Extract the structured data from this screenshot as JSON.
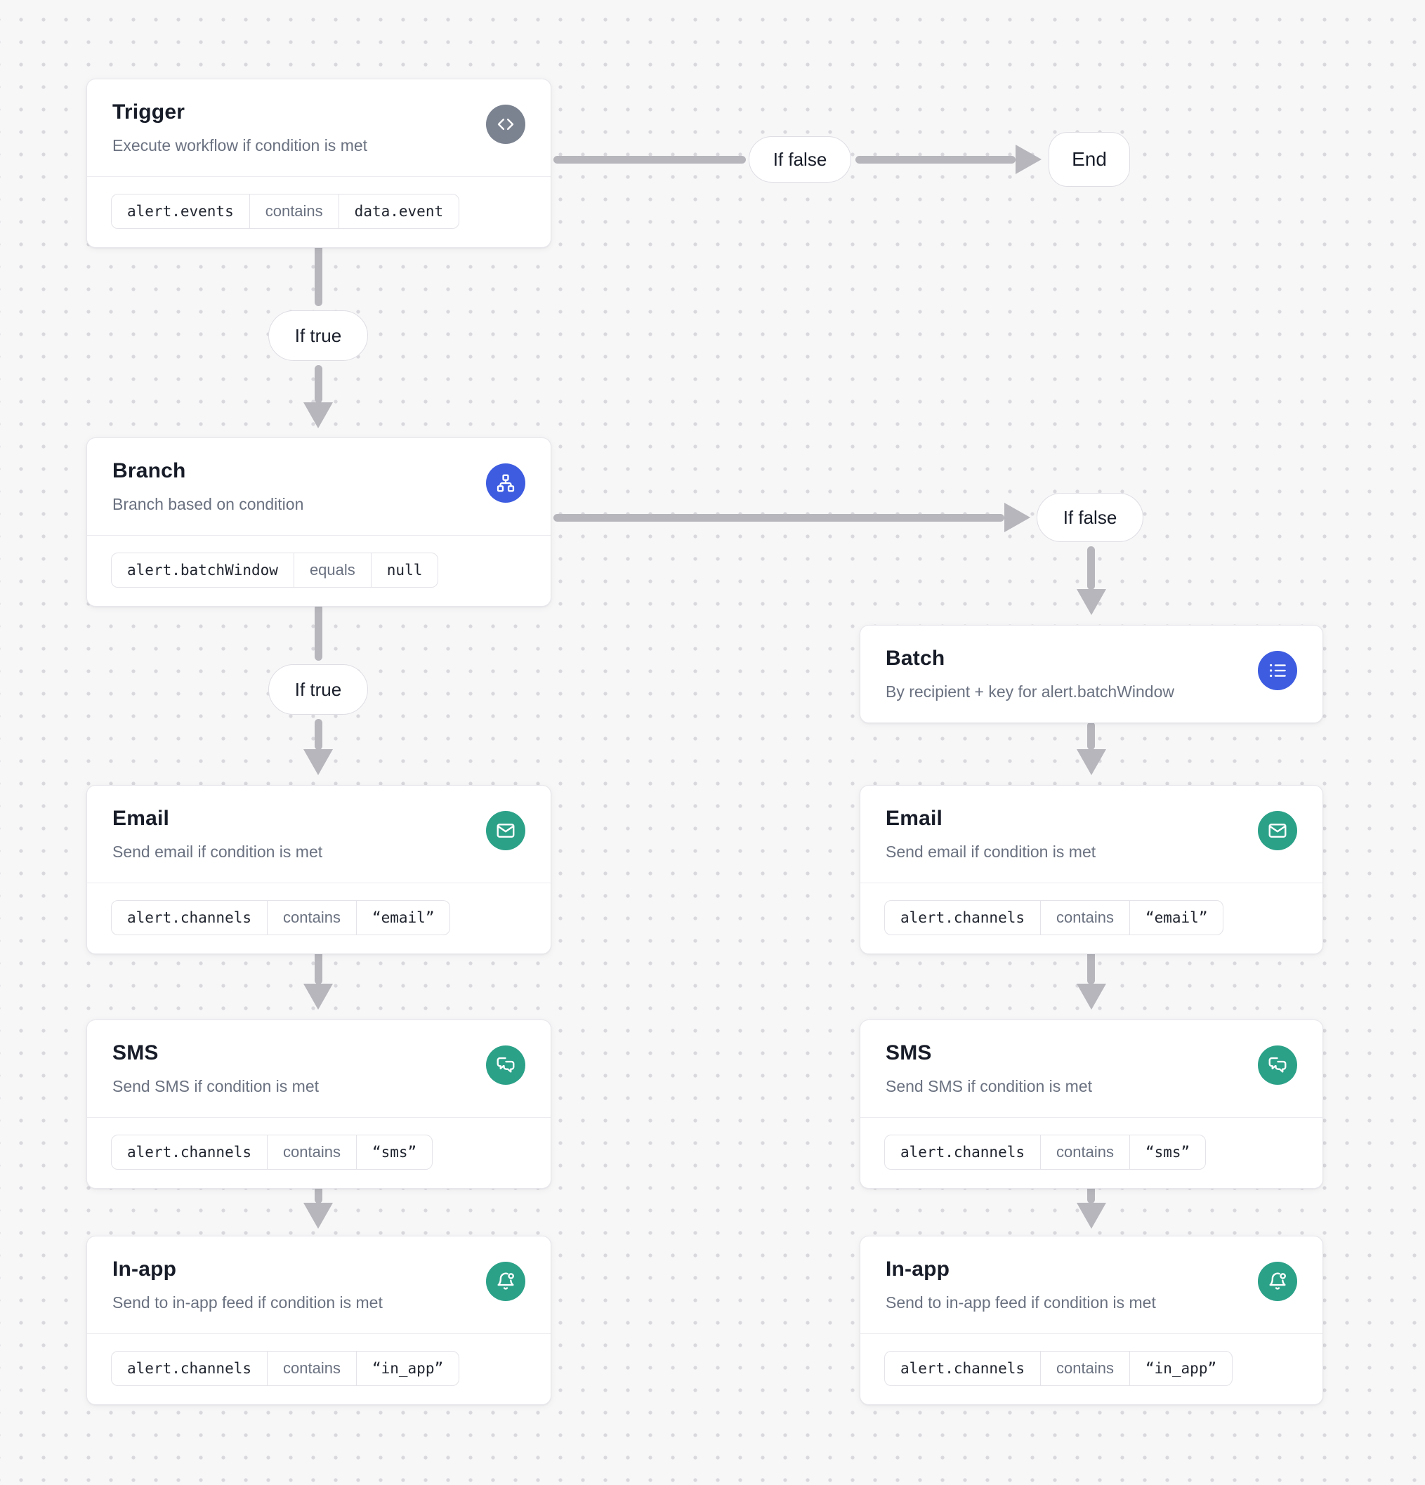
{
  "canvas": {
    "background": "#f7f7f8",
    "dot_color": "#d8d8dd",
    "arrow_color": "#b6b6bc"
  },
  "colors": {
    "trigger_icon_bg": "#7b8290",
    "logic_icon_bg": "#3d5ce0",
    "channel_icon_bg": "#2ba188"
  },
  "edge_labels": {
    "trigger_if_false": "If false",
    "trigger_if_true": "If true",
    "branch_if_false": "If false",
    "branch_if_true": "If true"
  },
  "end_node": {
    "label": "End"
  },
  "nodes": [
    {
      "title": "Trigger",
      "subtitle": "Execute workflow if condition is met",
      "icon": "code-icon",
      "condition": {
        "left": "alert.events",
        "op": "contains",
        "right": "data.event"
      }
    },
    {
      "title": "Branch",
      "subtitle": "Branch based on condition",
      "icon": "sitemap-icon",
      "condition": {
        "left": "alert.batchWindow",
        "op": "equals",
        "right": "null"
      }
    },
    {
      "title": "Email",
      "subtitle": "Send email if condition is met",
      "icon": "mail-icon",
      "condition": {
        "left": "alert.channels",
        "op": "contains",
        "right": "“email”"
      }
    },
    {
      "title": "SMS",
      "subtitle": "Send SMS if condition is met",
      "icon": "chat-bubbles-icon",
      "condition": {
        "left": "alert.channels",
        "op": "contains",
        "right": "“sms”"
      }
    },
    {
      "title": "In-app",
      "subtitle": "Send to in-app feed if condition is met",
      "icon": "bell-icon",
      "condition": {
        "left": "alert.channels",
        "op": "contains",
        "right": "“in_app”"
      }
    },
    {
      "title": "Batch",
      "subtitle": "By recipient + key for alert.batchWindow",
      "icon": "list-icon",
      "condition": null
    },
    {
      "title": "Email",
      "subtitle": "Send email if condition is met",
      "icon": "mail-icon",
      "condition": {
        "left": "alert.channels",
        "op": "contains",
        "right": "“email”"
      }
    },
    {
      "title": "SMS",
      "subtitle": "Send SMS if condition is met",
      "icon": "chat-bubbles-icon",
      "condition": {
        "left": "alert.channels",
        "op": "contains",
        "right": "“sms”"
      }
    },
    {
      "title": "In-app",
      "subtitle": "Send to in-app feed if condition is met",
      "icon": "bell-icon",
      "condition": {
        "left": "alert.channels",
        "op": "contains",
        "right": "“in_app”"
      }
    }
  ]
}
